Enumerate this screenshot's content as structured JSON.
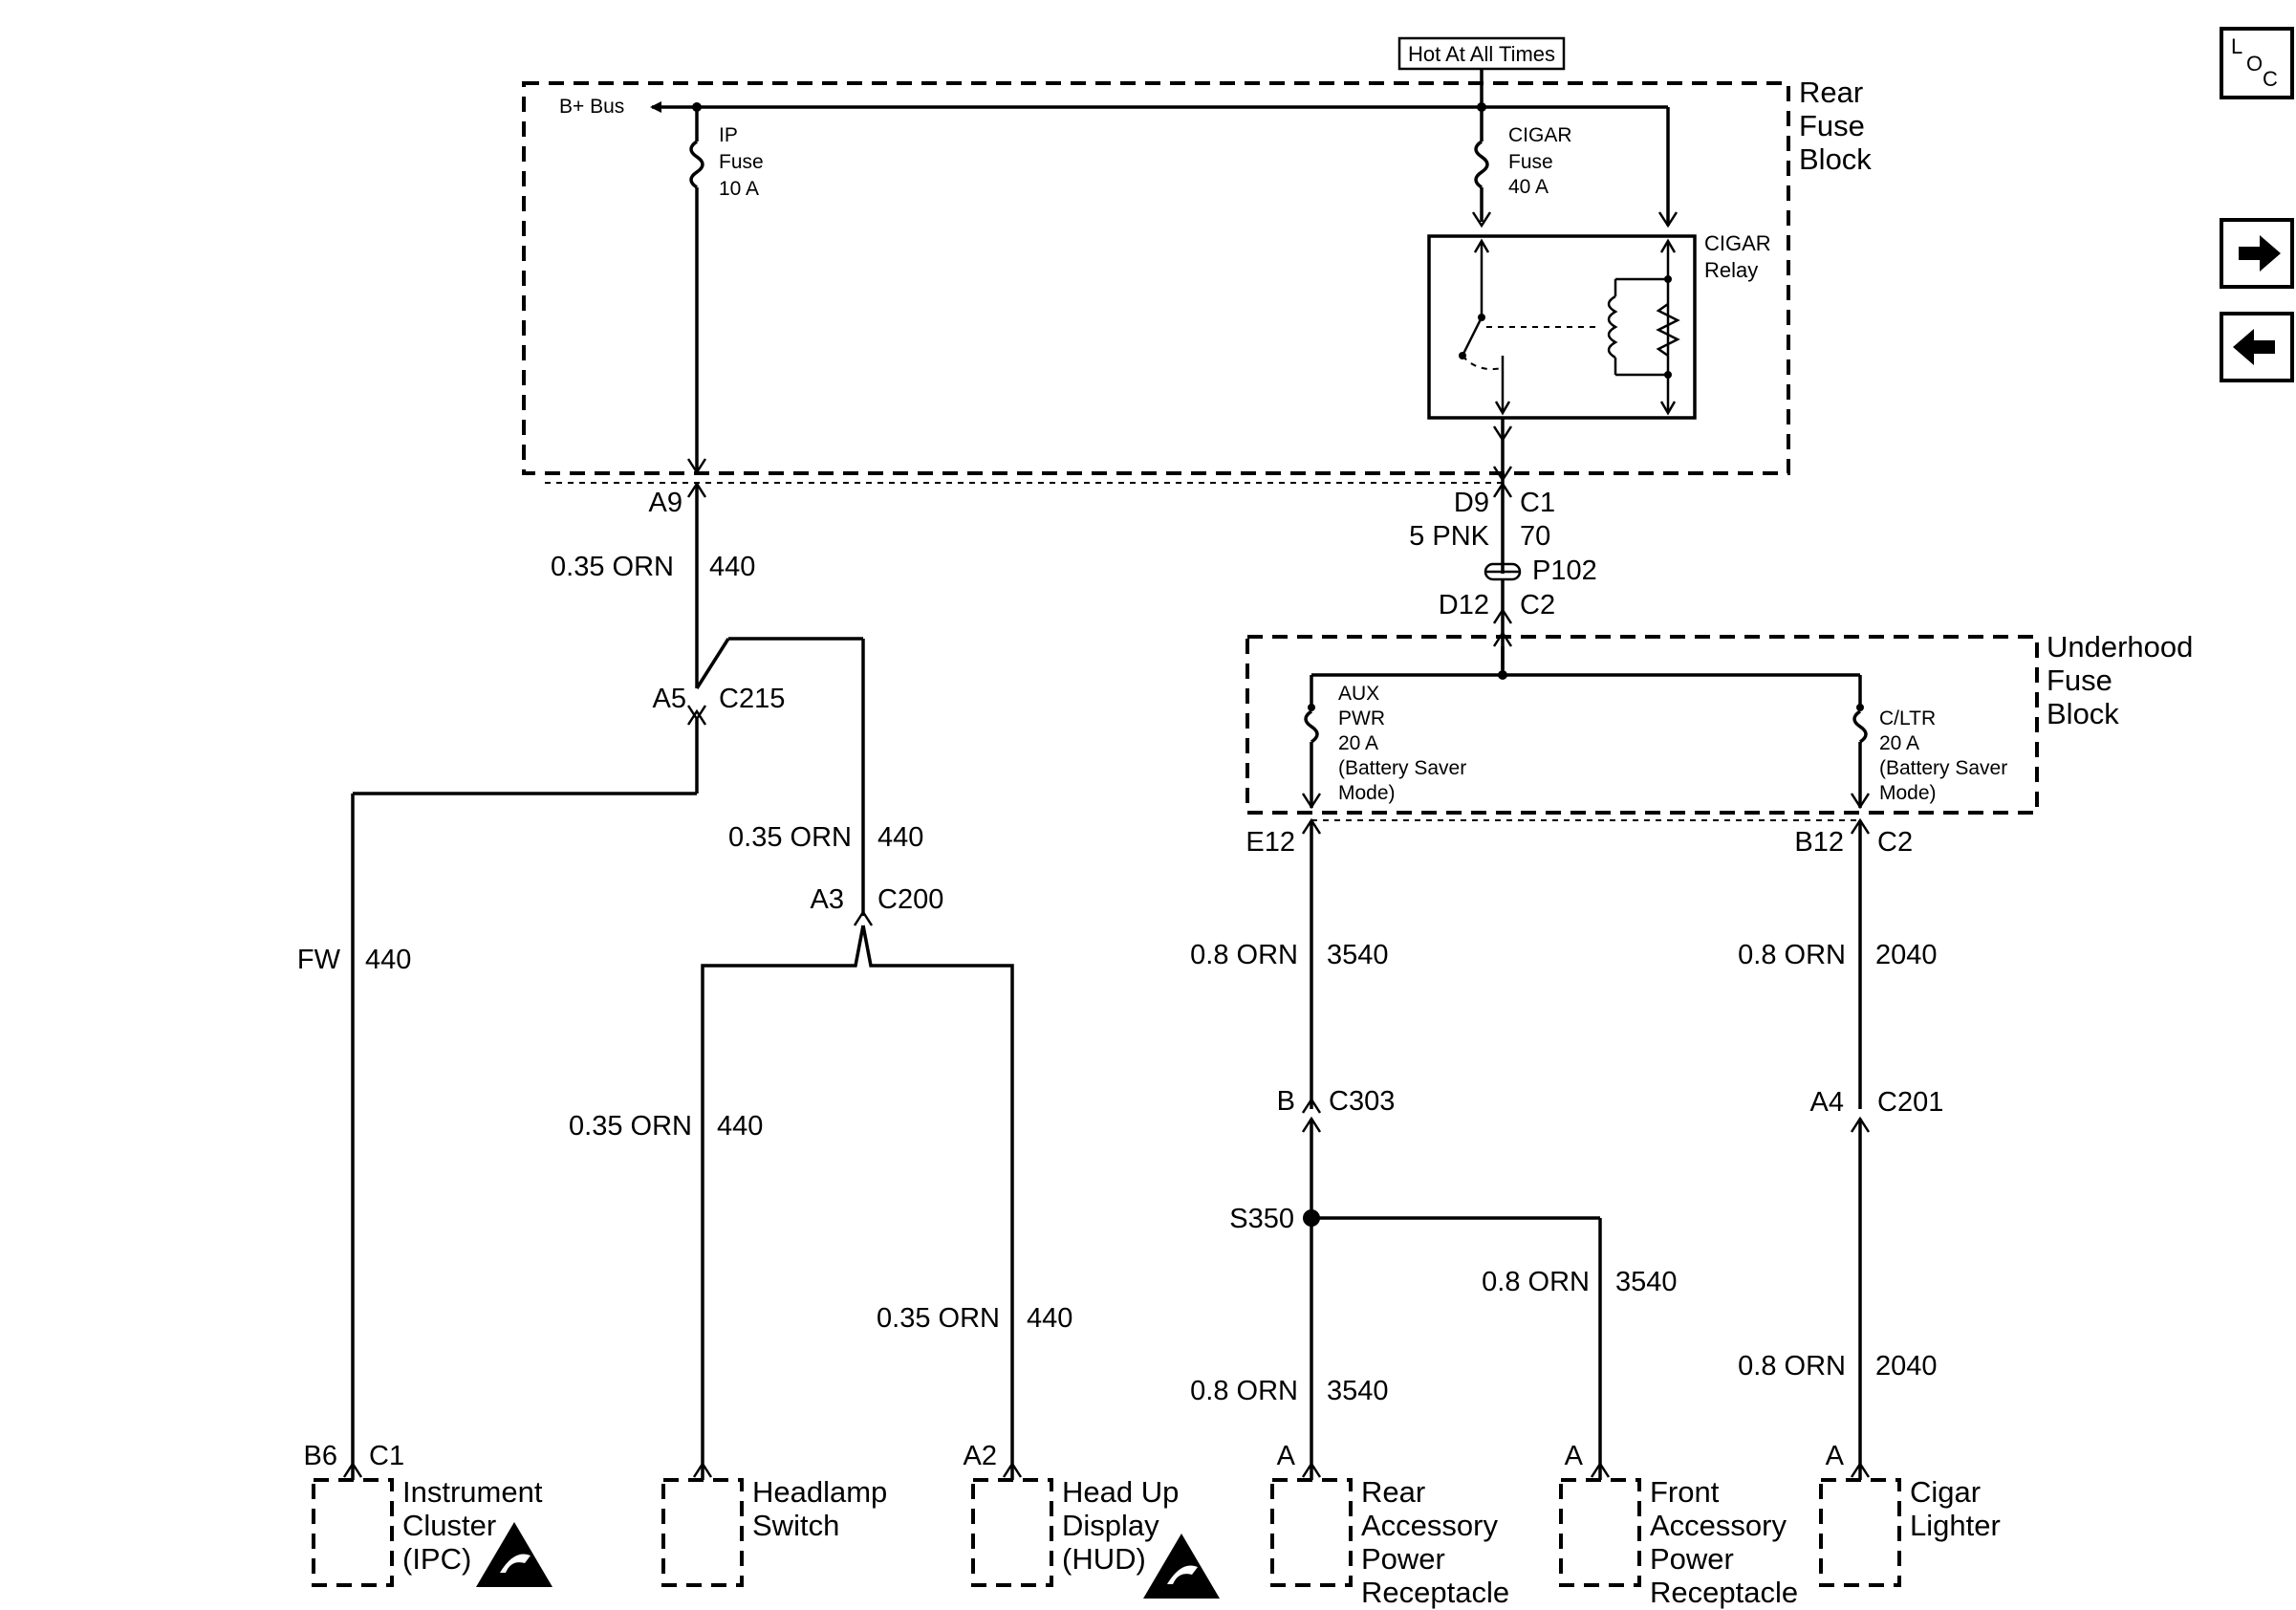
{
  "hot_label": "Hot At All Times",
  "rear_fuse_block": {
    "title": [
      "Rear",
      "Fuse",
      "Block"
    ],
    "bplus_bus": "B+ Bus"
  },
  "ip_fuse": [
    "IP",
    "Fuse",
    "10 A"
  ],
  "cigar_fuse": [
    "CIGAR",
    "Fuse",
    "40 A"
  ],
  "cigar_relay": [
    "CIGAR",
    "Relay"
  ],
  "underhood_fuse_block": {
    "title": [
      "Underhood",
      "Fuse",
      "Block"
    ]
  },
  "aux_fuse": [
    "AUX",
    "PWR",
    "20 A",
    "(Battery Saver",
    "Mode)"
  ],
  "cltr_fuse": [
    "C/LTR",
    "20 A",
    "(Battery Saver",
    "Mode)"
  ],
  "pins": {
    "a9": "A9",
    "d9": "D9",
    "c1": "C1",
    "d12": "D12",
    "c2": "C2",
    "p102": "P102",
    "a5": "A5",
    "c215": "C215",
    "a3": "A3",
    "c200": "C200",
    "e12": "E12",
    "b12": "B12",
    "c2_b": "C2",
    "b": "B",
    "c303": "C303",
    "a4": "A4",
    "c201": "C201",
    "s350": "S350",
    "b6": "B6",
    "c1_ipc": "C1",
    "a2": "A2",
    "a_rear": "A",
    "a_front": "A",
    "a_lighter": "A"
  },
  "wires": {
    "w440_a": {
      "size": "0.35 ORN",
      "circuit": "440"
    },
    "w440_b": {
      "size": "0.35 ORN",
      "circuit": "440"
    },
    "w440_c": {
      "size": "0.35 ORN",
      "circuit": "440"
    },
    "w440_d": {
      "size": "0.35 ORN",
      "circuit": "440"
    },
    "fw440": {
      "size": "FW",
      "circuit": "440"
    },
    "w5pnk": {
      "size": "5 PNK",
      "circuit": "70"
    },
    "w3540_a": {
      "size": "0.8 ORN",
      "circuit": "3540"
    },
    "w3540_b": {
      "size": "0.8 ORN",
      "circuit": "3540"
    },
    "w3540_c": {
      "size": "0.8 ORN",
      "circuit": "3540"
    },
    "w2040_a": {
      "size": "0.8 ORN",
      "circuit": "2040"
    },
    "w2040_b": {
      "size": "0.8 ORN",
      "circuit": "2040"
    }
  },
  "components": {
    "ipc": [
      "Instrument",
      "Cluster",
      "(IPC)"
    ],
    "headlamp": [
      "Headlamp",
      "Switch"
    ],
    "hud": [
      "Head Up",
      "Display",
      "(HUD)"
    ],
    "rear_acc": [
      "Rear",
      "Accessory",
      "Power",
      "Receptacle"
    ],
    "front_acc": [
      "Front",
      "Accessory",
      "Power",
      "Receptacle"
    ],
    "lighter": [
      "Cigar",
      "Lighter"
    ]
  },
  "nav": {
    "loc_top": "L",
    "loc_mid": "O",
    "loc_bot": "C",
    "forward_icon": "arrow-right-icon",
    "back_icon": "arrow-left-icon"
  }
}
